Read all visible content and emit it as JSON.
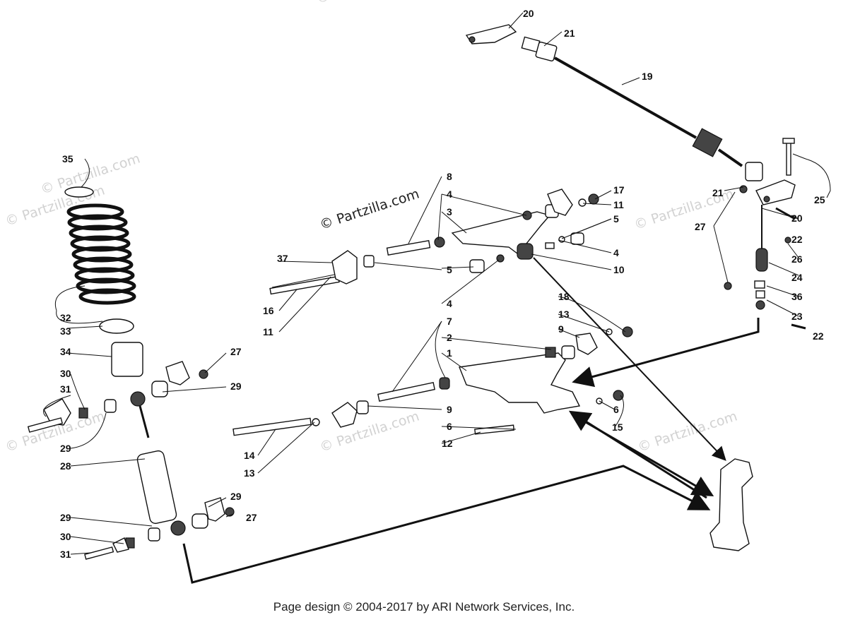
{
  "watermark": "© Partzilla.com",
  "footer": "Page design © 2004-2017 by ARI Network Services, Inc.",
  "callouts": [
    "1",
    "2",
    "3",
    "4",
    "5",
    "6",
    "7",
    "8",
    "9",
    "10",
    "11",
    "12",
    "13",
    "14",
    "15",
    "16",
    "17",
    "18",
    "19",
    "20",
    "21",
    "22",
    "23",
    "24",
    "25",
    "26",
    "27",
    "28",
    "29",
    "30",
    "31",
    "32",
    "33",
    "34",
    "35",
    "36",
    "37"
  ]
}
